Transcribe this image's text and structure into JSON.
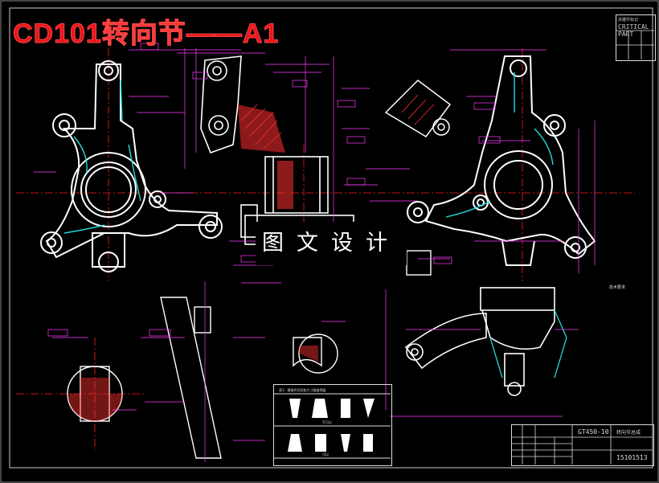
{
  "drawing": {
    "title": "CD101转向节——A1",
    "watermark": "图文设计",
    "critical_box": {
      "line1": "关键件标记",
      "line2": "CRITICAL PART"
    },
    "title_block": {
      "material": "GT450-10",
      "name": "转向节总成",
      "code": "15101513"
    },
    "notes_header": "技术要求",
    "table": {
      "caption": "表1：模锻件形状和尺寸精度等级",
      "mid_label": "不可以",
      "bottom_label": "可以"
    },
    "colors": {
      "line": "#ffffff",
      "dimension": "#ff3cff",
      "hatch": "#ff3030",
      "centerline": "#ff2020",
      "cyan": "#22dddd",
      "title": "#e8171b"
    }
  }
}
